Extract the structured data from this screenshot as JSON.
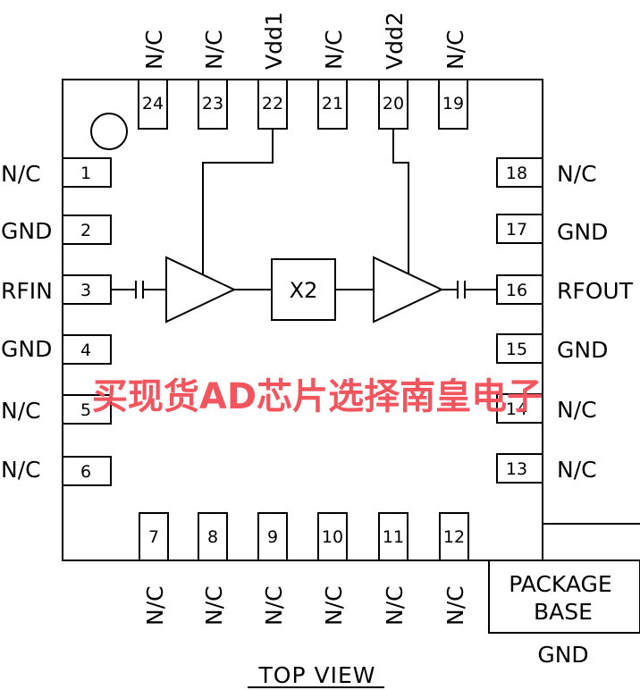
{
  "pins": {
    "left": [
      {
        "num": "1",
        "label": "N/C"
      },
      {
        "num": "2",
        "label": "GND"
      },
      {
        "num": "3",
        "label": "RFIN"
      },
      {
        "num": "4",
        "label": "GND"
      },
      {
        "num": "5",
        "label": "N/C"
      },
      {
        "num": "6",
        "label": "N/C"
      }
    ],
    "bottom": [
      {
        "num": "7",
        "label": "N/C"
      },
      {
        "num": "8",
        "label": "N/C"
      },
      {
        "num": "9",
        "label": "N/C"
      },
      {
        "num": "10",
        "label": "N/C"
      },
      {
        "num": "11",
        "label": "N/C"
      },
      {
        "num": "12",
        "label": "N/C"
      }
    ],
    "right": [
      {
        "num": "13",
        "label": "N/C"
      },
      {
        "num": "14",
        "label": "N/C"
      },
      {
        "num": "15",
        "label": "GND"
      },
      {
        "num": "16",
        "label": "RFOUT"
      },
      {
        "num": "17",
        "label": "GND"
      },
      {
        "num": "18",
        "label": "N/C"
      }
    ],
    "top": [
      {
        "num": "19",
        "label": "N/C"
      },
      {
        "num": "20",
        "label": "Vdd2"
      },
      {
        "num": "21",
        "label": "N/C"
      },
      {
        "num": "22",
        "label": "Vdd1"
      },
      {
        "num": "23",
        "label": "N/C"
      },
      {
        "num": "24",
        "label": "N/C"
      }
    ]
  },
  "multiplier_label": "X2",
  "package_base": {
    "line1": "PACKAGE",
    "line2": "BASE",
    "pin_label": "GND"
  },
  "view_title": "TOP VIEW",
  "watermark": "买现货AD芯片选择南皇电子",
  "colors": {
    "line": "#000000",
    "watermark": "#f3555f"
  }
}
